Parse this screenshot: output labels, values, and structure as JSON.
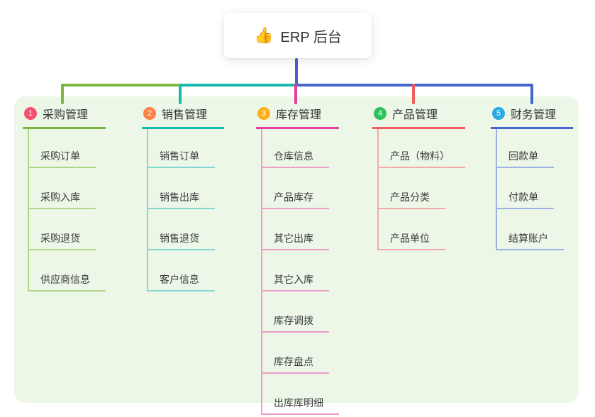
{
  "root": {
    "icon_name": "thumbs-up-icon",
    "icon": "👍",
    "label": "ERP 后台"
  },
  "colors": {
    "page_bg": "#ffffff",
    "panel_bg": "#ecf7e8",
    "stem": "#4c5ed2",
    "text": "#3a3a3a"
  },
  "branches": [
    {
      "num": "1",
      "label": "采购管理",
      "badge_color": "#f2506e",
      "line_color": "#7cb93e",
      "light_color": "#afd687",
      "items": [
        "采购订单",
        "采购入库",
        "采购退货",
        "供应商信息"
      ]
    },
    {
      "num": "2",
      "label": "销售管理",
      "badge_color": "#fb8144",
      "line_color": "#17b9ae",
      "light_color": "#82d8d1",
      "items": [
        "销售订单",
        "销售出库",
        "销售退货",
        "客户信息"
      ]
    },
    {
      "num": "3",
      "label": "库存管理",
      "badge_color": "#ffb01e",
      "line_color": "#e03f9f",
      "light_color": "#ef9cca",
      "items": [
        "仓库信息",
        "产品库存",
        "其它出库",
        "其它入库",
        "库存调拨",
        "库存盘点",
        "出库库明细"
      ]
    },
    {
      "num": "4",
      "label": "产品管理",
      "badge_color": "#2fc25b",
      "line_color": "#f25b5b",
      "light_color": "#f7a9a9",
      "items": [
        "产品（物料）",
        "产品分类",
        "产品单位"
      ]
    },
    {
      "num": "5",
      "label": "财务管理",
      "badge_color": "#29a9e1",
      "line_color": "#4467cd",
      "light_color": "#9db1e4",
      "items": [
        "回款单",
        "付款单",
        "结算账户"
      ]
    }
  ]
}
